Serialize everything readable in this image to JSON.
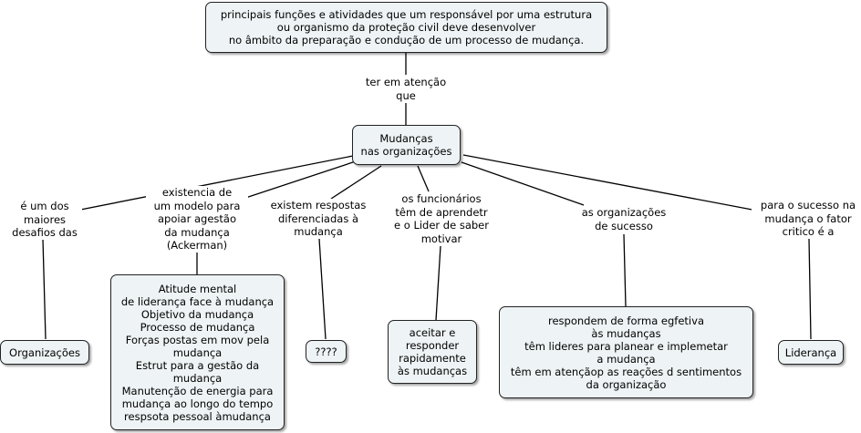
{
  "nodes": {
    "main": "principais funções e atividades que um responsável por uma estrutura\nou organismo da proteção civil deve desenvolver\nno âmbito da preparação e condução de um processo de mudança.",
    "center": "Mudanças\nnas organizações",
    "organizacoes": "Organizações",
    "atitude": "Atitude mental\nde liderança face à mudança\nObjetivo da mudança\nProcesso de mudança\nForças postas em mov pela\nmudança\nEstrut para a gestão da\nmudança\nManutenção de energia para\nmudança ao longo do tempo\nrespsota pessoal àmudança",
    "question": "????",
    "aceitar": "aceitar e\nresponder\nrapidamente\nàs mudanças",
    "respondem": "respondem de forma egfetiva\nàs mudanças\ntêm lideres para planear e implemetar\na mudança\ntêm em atençãop as reações d sentimentos\nda organização",
    "lideranca": "Liderança"
  },
  "links": {
    "ter": "ter em atenção\nque",
    "desafios": "é um dos\nmaiores\ndesafios das",
    "modelo": "existencia de\num modelo para\napoiar agestão\nda mudança\n(Ackerman)",
    "respostas": "existem respostas\ndiferenciadas à\nmudança",
    "funcionarios": "os funcionários\ntêm de aprendetr\ne o Lider de saber\nmotivar",
    "sucesso": "as organizações\nde sucesso",
    "fator": "para o sucesso na\nmudança o fator\ncritico é a"
  }
}
